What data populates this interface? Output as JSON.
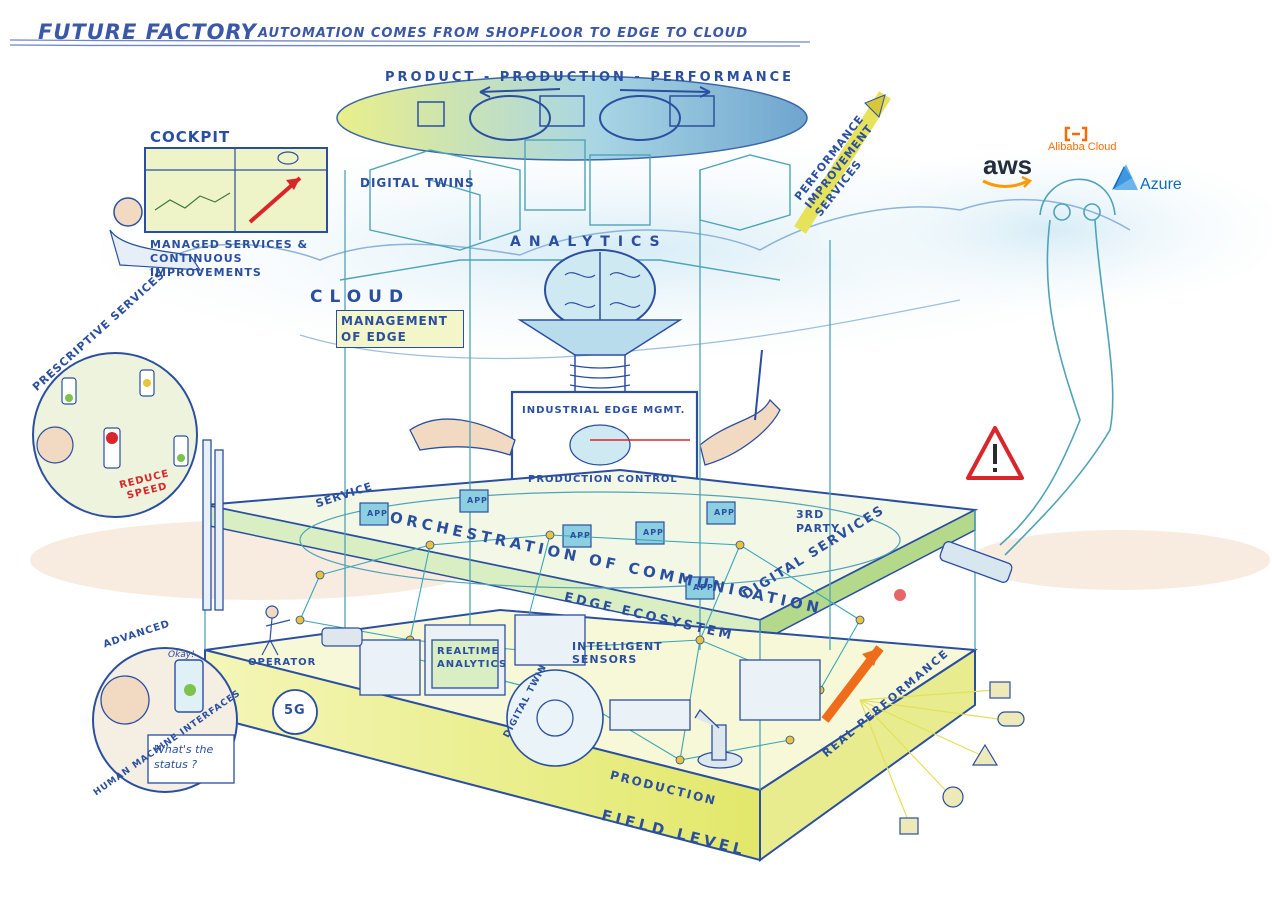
{
  "title": "Future Factory",
  "subtitle": "Automation comes from shopfloor to edge to cloud",
  "ppp_banner": "Product - Production - Performance",
  "labels": {
    "cockpit": "Cockpit",
    "managed_services": "Managed services & continuous improvements",
    "digital_twins": "Digital twins",
    "analytics": "Analytics",
    "cloud": "Cloud",
    "management_of_edge": "Management of edge",
    "performance_improvement": "Performance improvement services",
    "prescriptive_services": "Prescriptive services",
    "reduce_speed": "Reduce speed",
    "industrial_edge_mgmt": "Industrial edge mgmt.",
    "production_control": "Production control",
    "service": "Service",
    "orchestration": "Orchestration of communication",
    "third_party": "3rd party",
    "digital_services": "Digital services",
    "app": "APP",
    "edge_ecosystem": "Edge ecosystem",
    "operator": "Operator",
    "realtime_analytics": "Realtime analytics",
    "intelligent_sensors": "Intelligent sensors",
    "digital_twin": "Digital twin",
    "production": "Production",
    "real_performance": "Real performance",
    "field_level": "Field level",
    "five_g": "5G",
    "advanced": "Advanced",
    "okay": "Okay!",
    "whats_status": "What's the status ?",
    "hmi": "Human machine interfaces"
  },
  "logos": {
    "aws": "aws",
    "alibaba": "Alibaba Cloud",
    "azure": "Azure"
  },
  "colors": {
    "ink": "#2b4fa0",
    "teal": "#3aa7b8",
    "yellow": "#e7ea6a",
    "green": "#7dc24a",
    "red": "#d9262a",
    "orange": "#ef6c1a",
    "aws_orange": "#ff9900",
    "azure_blue": "#0a6bbf"
  }
}
